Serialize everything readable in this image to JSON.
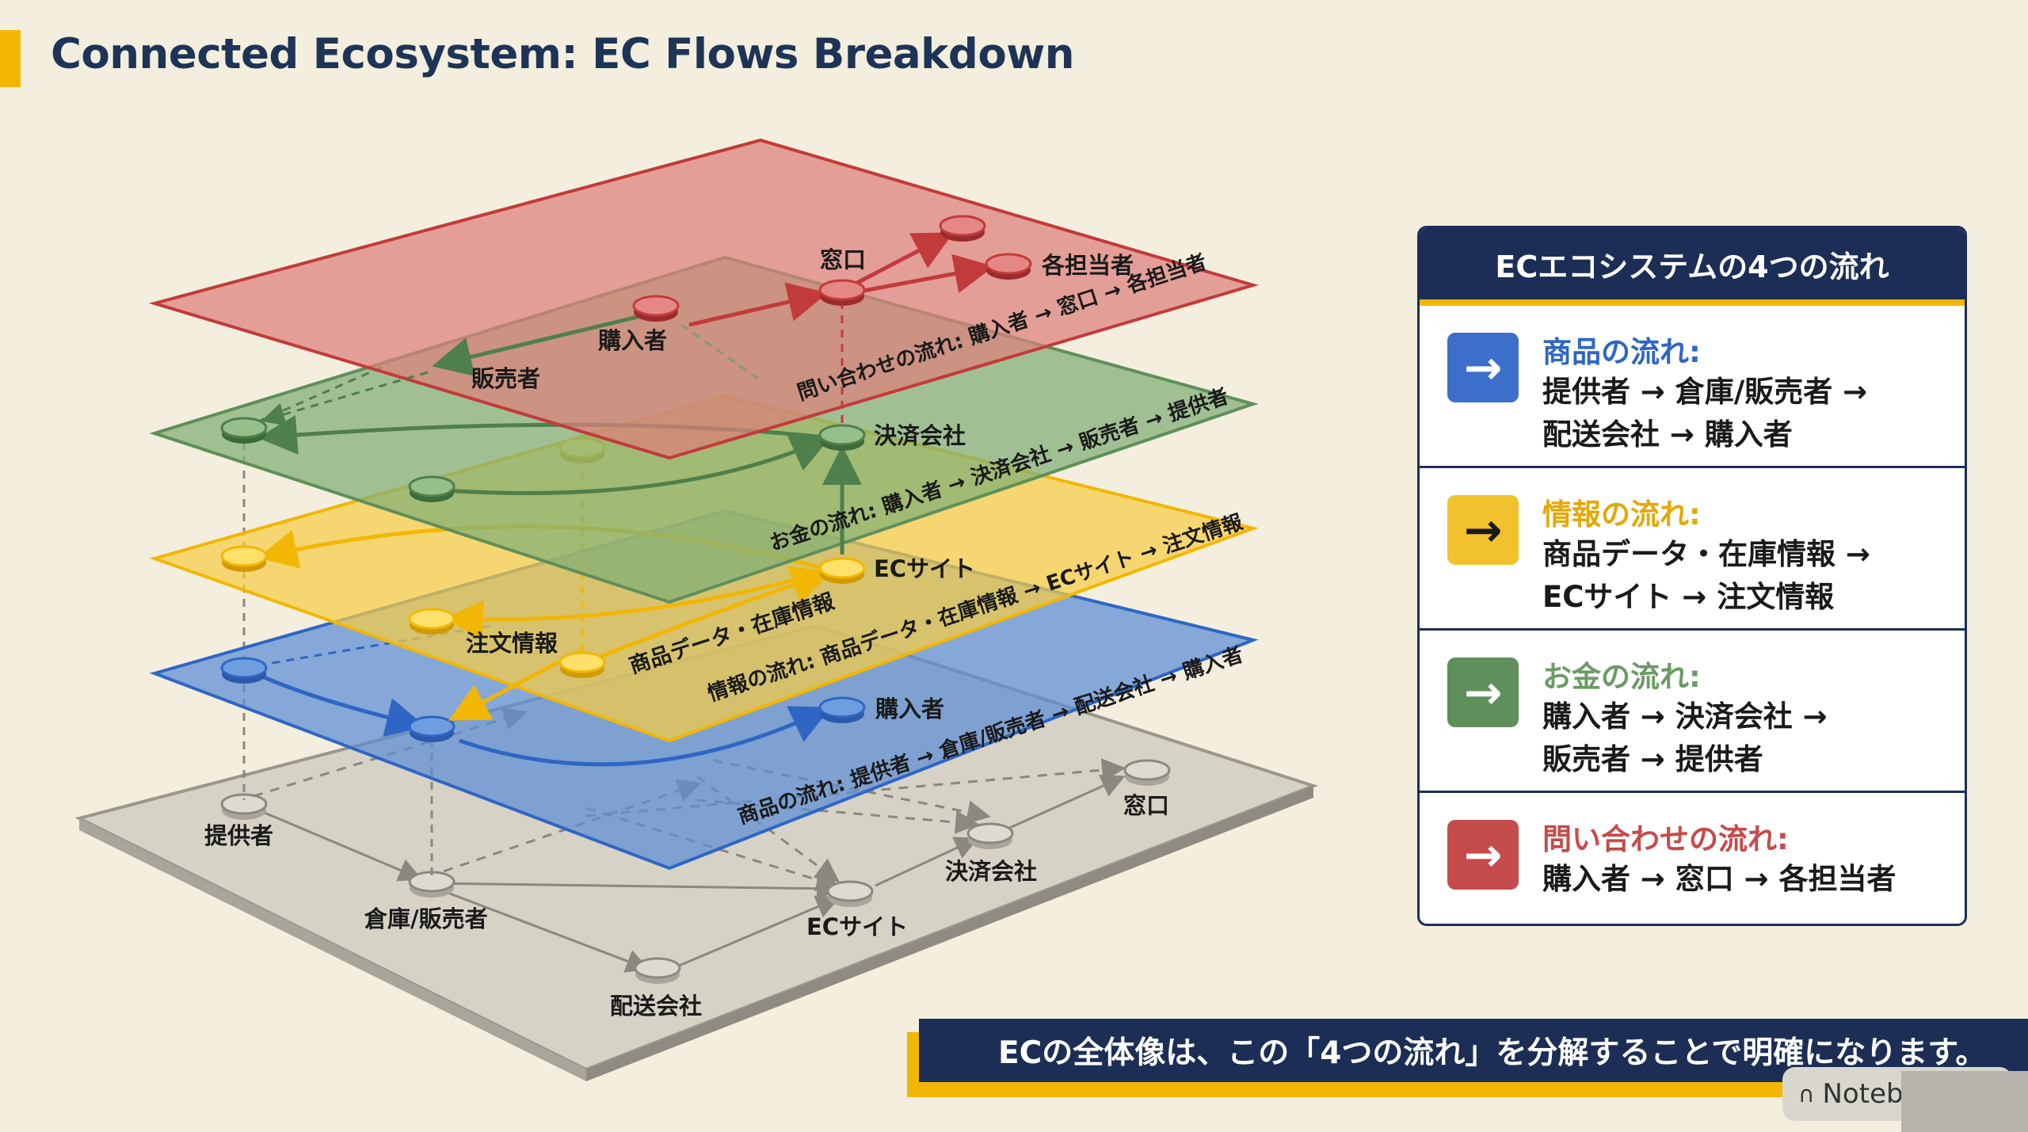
{
  "title": "Connected Ecosystem: EC Flows Breakdown",
  "colors": {
    "accent": "#f2b705",
    "navy": "#1c2e55",
    "red": "#c64b4b",
    "green": "#5f8f5b",
    "yellow": "#f2c12e",
    "blue": "#3b6fc9",
    "gray": "#a9a59b"
  },
  "diagram": {
    "red_layer": {
      "label": "問い合わせの流れ: 購入者 → 窓口 → 各担当者",
      "nodes": {
        "madoguchi": "窓口",
        "tanto": "各担当者",
        "konyu": "購入者",
        "hanbai": "販売者"
      }
    },
    "green_layer": {
      "label": "お金の流れ: 購入者 → 決済会社 → 販売者 → 提供者",
      "nodes": {
        "kessai": "決済会社"
      }
    },
    "yellow_layer": {
      "label": "情報の流れ: 商品データ・在庫情報 → ECサイト → 注文情報",
      "nodes": {
        "ecsite": "ECサイト",
        "chumon": "注文情報",
        "shohin": "商品データ・在庫情報"
      }
    },
    "blue_layer": {
      "label": "商品の流れ: 提供者 → 倉庫/販売者 → 配送会社 → 購入者",
      "nodes": {
        "konyu": "購入者"
      }
    },
    "base_layer": {
      "nodes": {
        "teikyo": "提供者",
        "soko": "倉庫/販売者",
        "haiso": "配送会社",
        "ecsite": "ECサイト",
        "kessai": "決済会社",
        "madoguchi": "窓口"
      }
    }
  },
  "legend": {
    "heading": "ECエコシステムの4つの流れ",
    "items": [
      {
        "icon": "→",
        "name": "商品の流れ:",
        "line1": "提供者 → 倉庫/販売者 →",
        "line2": "配送会社 → 購入者",
        "color": "#3b6fc9",
        "text_color": "#2f66c4"
      },
      {
        "icon": "→",
        "name": "情報の流れ:",
        "line1": "商品データ・在庫情報 →",
        "line2": "ECサイト → 注文情報",
        "color": "#f2c12e",
        "text_color": "#e3a909"
      },
      {
        "icon": "→",
        "name": "お金の流れ:",
        "line1": "購入者 → 決済会社 →",
        "line2": "販売者 → 提供者",
        "color": "#5f8f5b",
        "text_color": "#6b9b64"
      },
      {
        "icon": "→",
        "name": "問い合わせの流れ:",
        "line1": "購入者 → 窓口 → 各担当者",
        "line2": "",
        "color": "#c64b4b",
        "text_color": "#c64b4b"
      }
    ]
  },
  "banner": "ECの全体像は、この「4つの流れ」を分解することで明確になります。",
  "notebook_label": "Noteb"
}
